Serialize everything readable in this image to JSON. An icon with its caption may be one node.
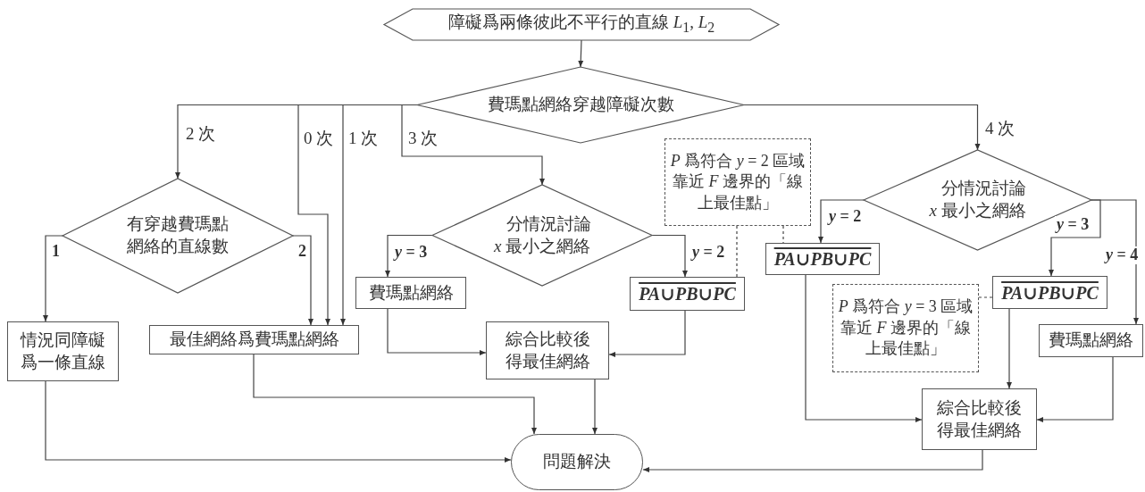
{
  "diagram": {
    "nodes": [
      {
        "text": [
          "障礙爲兩條彼此不平行的直線 *L*$_{1}$, *L*$_{2}$"
        ]
      },
      {
        "text": [
          "費瑪點網絡穿越障礙次數"
        ]
      },
      {
        "text": [
          "有穿越費瑪點網絡的直線數"
        ]
      },
      {
        "text": [
          "情況同障礙爲一條直線"
        ]
      },
      {
        "text": [
          "最佳網絡爲費瑪點網絡"
        ]
      },
      {
        "text": [
          "分情況討論 *x* 最小之網絡"
        ]
      },
      {
        "text": [
          "費瑪點網絡"
        ]
      },
      {
        "text": [
          "PA∪PB∪PC"
        ]
      },
      {
        "text": [
          "*P* 爲符合 *y* = 2 區域靠近 *F* 邊界的「線上最佳點」"
        ]
      },
      {
        "text": [
          "PA∪PB∪PC"
        ]
      },
      {
        "text": [
          "分情況討論 *x* 最小之網絡"
        ]
      },
      {
        "text": [
          "PA∪PB∪PC"
        ]
      },
      {
        "text": [
          "*P* 爲符合 *y* = 3 區域靠近 *F* 邊界的「線上最佳點」"
        ]
      },
      {
        "text": [
          "費瑪點網絡"
        ]
      },
      {
        "text": [
          "綜合比較後得最佳網絡"
        ]
      },
      {
        "text": [
          "綜合比較後得最佳網絡"
        ]
      },
      {
        "text": [
          "問題解決"
        ]
      }
    ],
    "edges": [
      {
        "from": 0,
        "to": 1,
        "arrow": "to"
      },
      {
        "from": 1,
        "to": 2,
        "arrow": "to",
        "label": "2 次"
      },
      {
        "from": 1,
        "to": 4,
        "arrow": "to",
        "label": "0 次"
      },
      {
        "from": 1,
        "to": 4,
        "arrow": "to",
        "label": "1 次"
      },
      {
        "from": 1,
        "to": 5,
        "arrow": "to",
        "label": "3 次"
      },
      {
        "from": 1,
        "to": 10,
        "arrow": "to",
        "label": "4 次"
      },
      {
        "from": 2,
        "to": 3,
        "arrow": "to",
        "label": "1"
      },
      {
        "from": 2,
        "to": 4,
        "arrow": "to",
        "label": "2"
      },
      {
        "from": 5,
        "to": 6,
        "arrow": "to",
        "label": "*y* = 3"
      },
      {
        "from": 5,
        "to": 7,
        "arrow": "to",
        "label": "*y* = 2"
      },
      {
        "from": 8,
        "to": 7,
        "arrow": "none",
        "style": "dashed"
      },
      {
        "from": 8,
        "to": 9,
        "arrow": "none",
        "style": "dashed"
      },
      {
        "from": 10,
        "to": 9,
        "arrow": "to",
        "label": "*y* = 2"
      },
      {
        "from": 10,
        "to": 11,
        "arrow": "to",
        "label": "*y* = 3"
      },
      {
        "from": 10,
        "to": 13,
        "arrow": "to",
        "label": "*y* = 4"
      },
      {
        "from": 12,
        "to": 11,
        "arrow": "none",
        "style": "dashed"
      },
      {
        "from": 6,
        "to": 14,
        "arrow": "to"
      },
      {
        "from": 7,
        "to": 14,
        "arrow": "to"
      },
      {
        "from": 9,
        "to": 15,
        "arrow": "to"
      },
      {
        "from": 11,
        "to": 15,
        "arrow": "to"
      },
      {
        "from": 13,
        "to": 15,
        "arrow": "to"
      },
      {
        "from": 3,
        "to": 16,
        "arrow": "to"
      },
      {
        "from": 4,
        "to": 16,
        "arrow": "to"
      },
      {
        "from": 14,
        "to": 16,
        "arrow": "to"
      },
      {
        "from": 15,
        "to": 16,
        "arrow": "to"
      }
    ]
  }
}
